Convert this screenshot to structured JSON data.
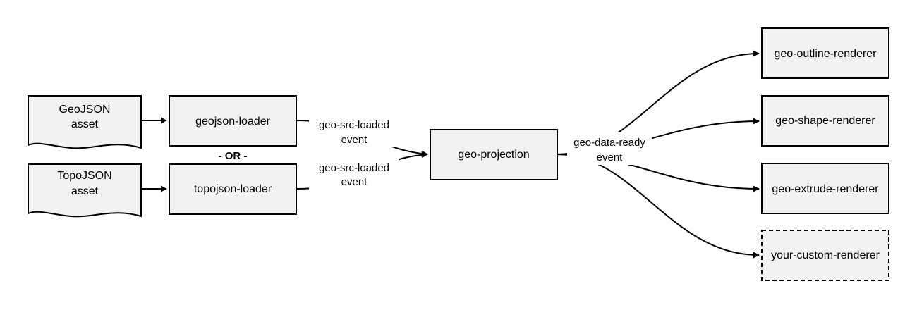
{
  "nodes": {
    "geojson_asset": {
      "line1": "GeoJSON",
      "line2": "asset"
    },
    "topojson_asset": {
      "line1": "TopoJSON",
      "line2": "asset"
    },
    "geojson_loader": "geojson-loader",
    "topojson_loader": "topojson-loader",
    "geo_projection": "geo-projection",
    "outline_renderer": "geo-outline-renderer",
    "shape_renderer": "geo-shape-renderer",
    "extrude_renderer": "geo-extrude-renderer",
    "custom_renderer": "your-custom-renderer"
  },
  "labels": {
    "or": "- OR -",
    "geo_src_loaded_top": {
      "line1": "geo-src-loaded",
      "line2": "event"
    },
    "geo_src_loaded_bottom": {
      "line1": "geo-src-loaded",
      "line2": "event"
    },
    "geo_data_ready": {
      "line1": "geo-data-ready",
      "line2": "event"
    }
  },
  "colors": {
    "box_fill": "#f2f2f2",
    "stroke": "#000000"
  }
}
